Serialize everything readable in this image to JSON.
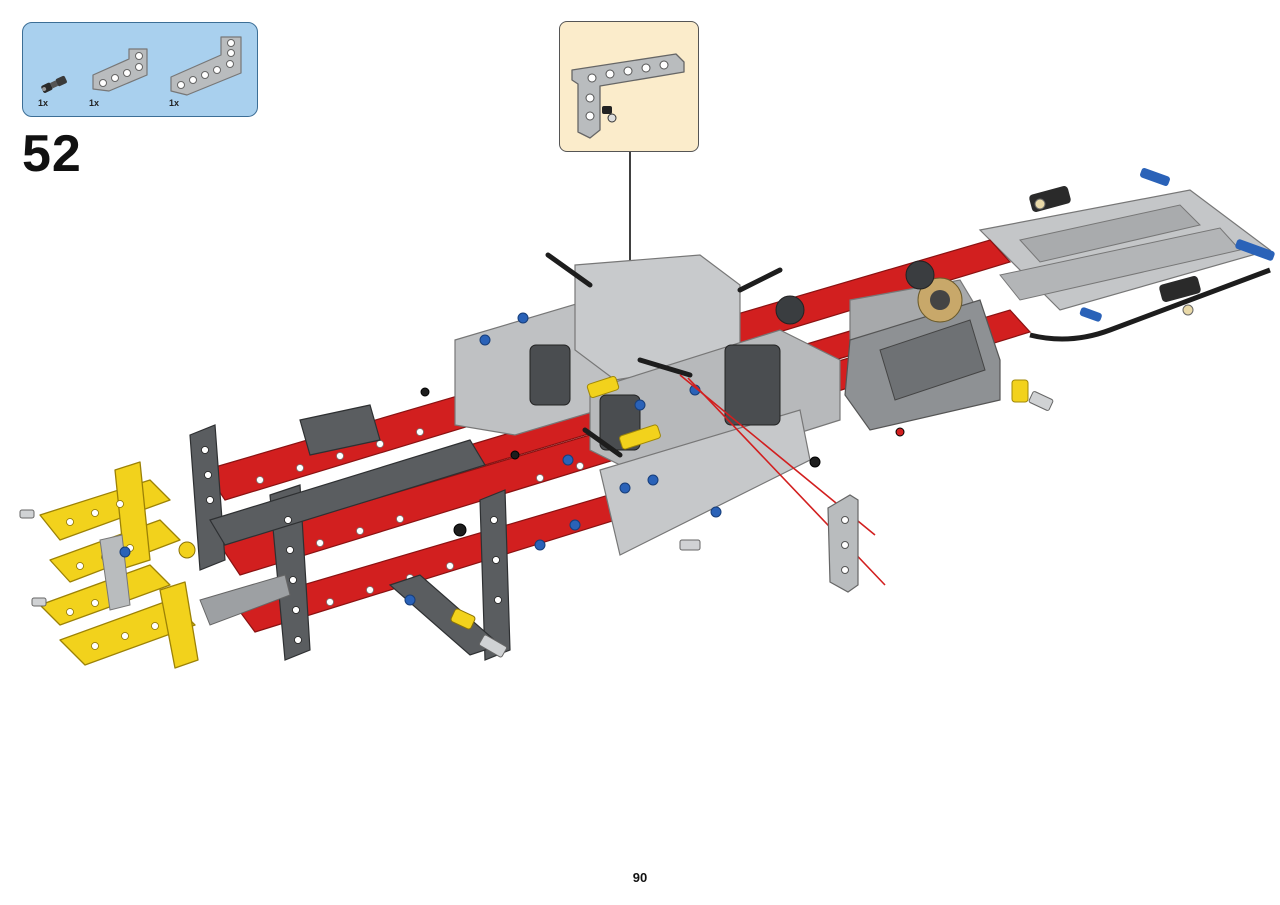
{
  "parts_list": {
    "items": [
      {
        "name": "axle-pin-icon",
        "quantity": "1x",
        "color": "#2b2b2b"
      },
      {
        "name": "l-beam-short-icon",
        "quantity": "1x",
        "color": "#b9bcbe"
      },
      {
        "name": "l-beam-long-icon",
        "quantity": "1x",
        "color": "#b9bcbe"
      }
    ],
    "background": "#a9d0ee"
  },
  "step": {
    "number": "52"
  },
  "callout": {
    "background": "#fbeccb",
    "part": "l-beam-with-pin-icon"
  },
  "page": {
    "number": "90"
  },
  "colors": {
    "red": "#d21f1f",
    "light_gray": "#b9bcbe",
    "dark_gray": "#5a5d60",
    "yellow": "#f2d21c",
    "blue": "#2a62b8",
    "black": "#1d1d1d"
  }
}
